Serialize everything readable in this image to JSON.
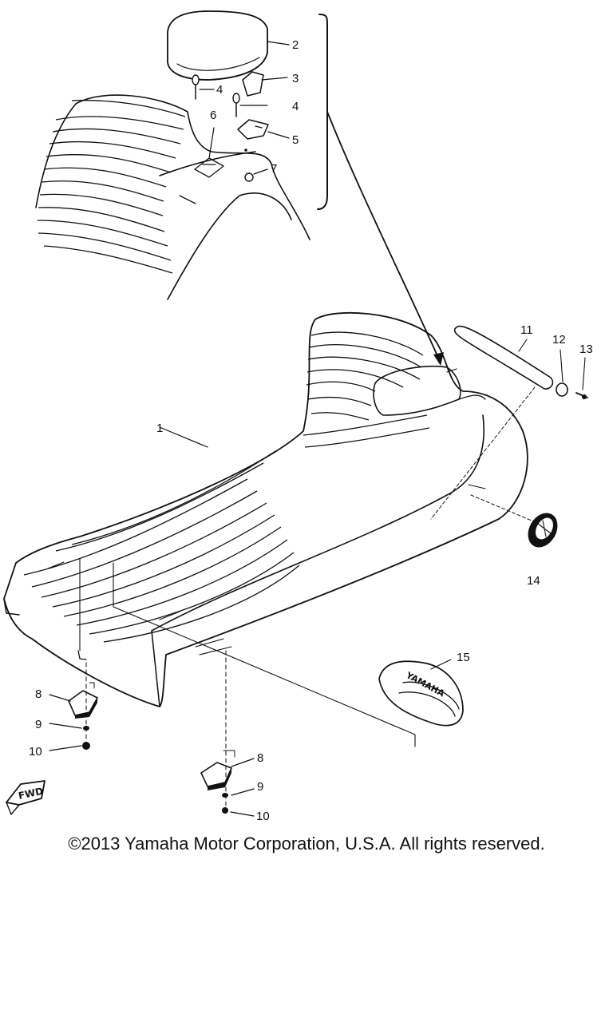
{
  "callouts": {
    "n1": "1",
    "n2": "2",
    "n3": "3",
    "n4a": "4",
    "n4b": "4",
    "n5": "5",
    "n6": "6",
    "n7": "7",
    "n8a": "8",
    "n8b": "8",
    "n9a": "9",
    "n9b": "9",
    "n10a": "10",
    "n10b": "10",
    "n11": "11",
    "n12": "12",
    "n13": "13",
    "n14": "14",
    "n15": "15"
  },
  "fwd_mark": "FWD",
  "tool_bag_text": "YAMAHA",
  "copyright": "©2013 Yamaha Motor Corporation, U.S.A. All rights reserved."
}
